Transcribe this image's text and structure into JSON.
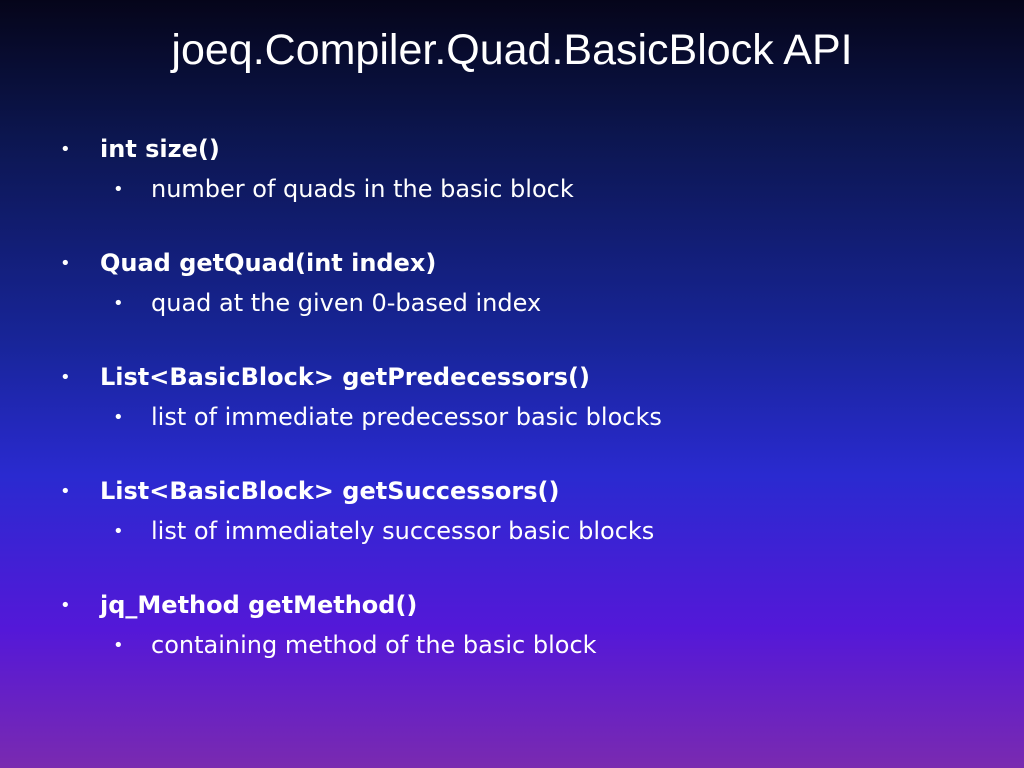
{
  "slide": {
    "title": "joeq.Compiler.Quad.BasicBlock API",
    "bullet_glyph": "•",
    "items": [
      {
        "label": "int size()",
        "description": "number of quads in the basic block"
      },
      {
        "label": "Quad getQuad(int index)",
        "description": "quad at the given 0-based index"
      },
      {
        "label": "List<BasicBlock> getPredecessors()",
        "description": "list of immediate predecessor basic blocks"
      },
      {
        "label": "List<BasicBlock> getSuccessors()",
        "description": "list of immediately successor basic blocks"
      },
      {
        "label": "jq_Method getMethod()",
        "description": "containing method of the basic block"
      }
    ],
    "colors": {
      "text": "#ffffff",
      "background_top": "#05051a",
      "background_bottom": "#7a2ab0"
    }
  }
}
